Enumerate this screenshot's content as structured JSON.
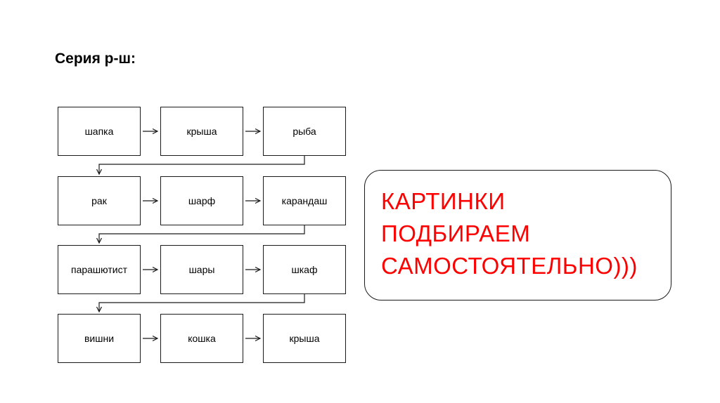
{
  "title": "Серия р-ш:",
  "rows": [
    [
      "шапка",
      "крыша",
      "рыба"
    ],
    [
      "рак",
      "шарф",
      "карандаш"
    ],
    [
      "парашютист",
      "шары",
      "шкаф"
    ],
    [
      "вишни",
      "кошка",
      "крыша"
    ]
  ],
  "note": {
    "lines": [
      "КАРТИНКИ",
      "ПОДБИРАЕМ",
      "САМОСТОЯТЕЛЬНО)))"
    ],
    "color": "#ff0000"
  }
}
